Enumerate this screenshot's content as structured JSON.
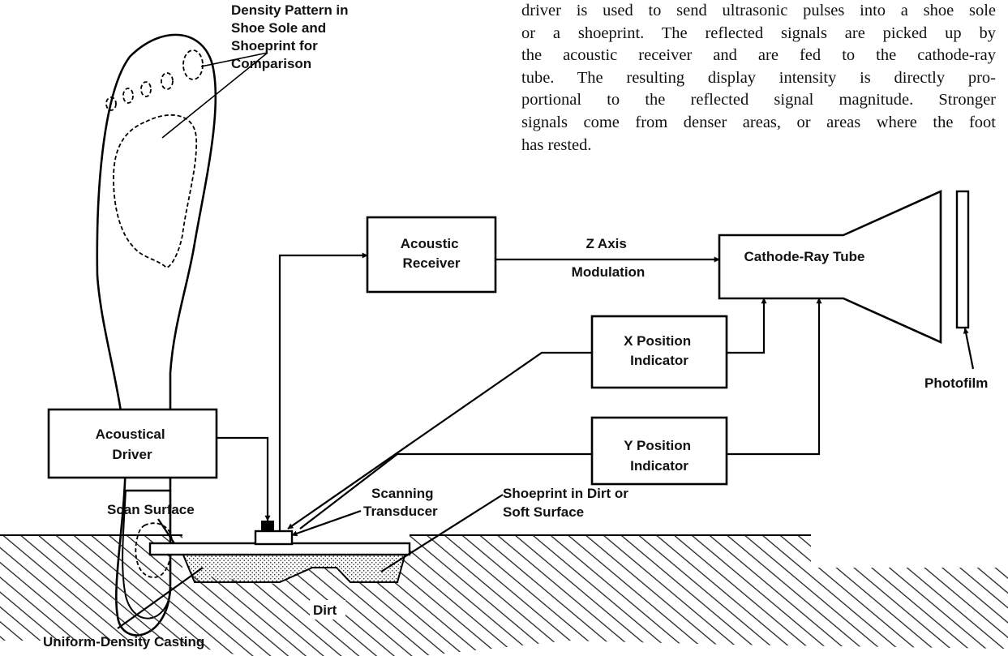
{
  "paragraph": {
    "lines": [
      "driver is used to send ultrasonic pulses into a shoe sole",
      "or a shoeprint. The reflected signals are picked up by",
      "the acoustic receiver and are fed to the cathode-ray",
      "tube. The resulting display intensity is directly pro-",
      "portional to the reflected signal magnitude. Stronger",
      "signals come from denser areas, or areas where the foot",
      "has rested."
    ]
  },
  "diagram": {
    "density_label": [
      "Density Pattern in",
      "Shoe Sole and",
      "Shoeprint for",
      "Comparison"
    ],
    "acoustic_receiver": [
      "Acoustic",
      "Receiver"
    ],
    "z_axis": [
      "Z Axis",
      "Modulation"
    ],
    "crt": "Cathode-Ray Tube",
    "x_position": [
      "X Position",
      "Indicator"
    ],
    "y_position": [
      "Y Position",
      "Indicator"
    ],
    "acoustical_driver": [
      "Acoustical",
      "Driver"
    ],
    "photofilm": "Photofilm",
    "scan_surface": "Scan Surface",
    "scanning_transducer": [
      "Scanning",
      "Transducer"
    ],
    "shoeprint_label": [
      "Shoeprint in Dirt or",
      "Soft Surface"
    ],
    "dirt": "Dirt",
    "casting": "Uniform-Density Casting"
  }
}
